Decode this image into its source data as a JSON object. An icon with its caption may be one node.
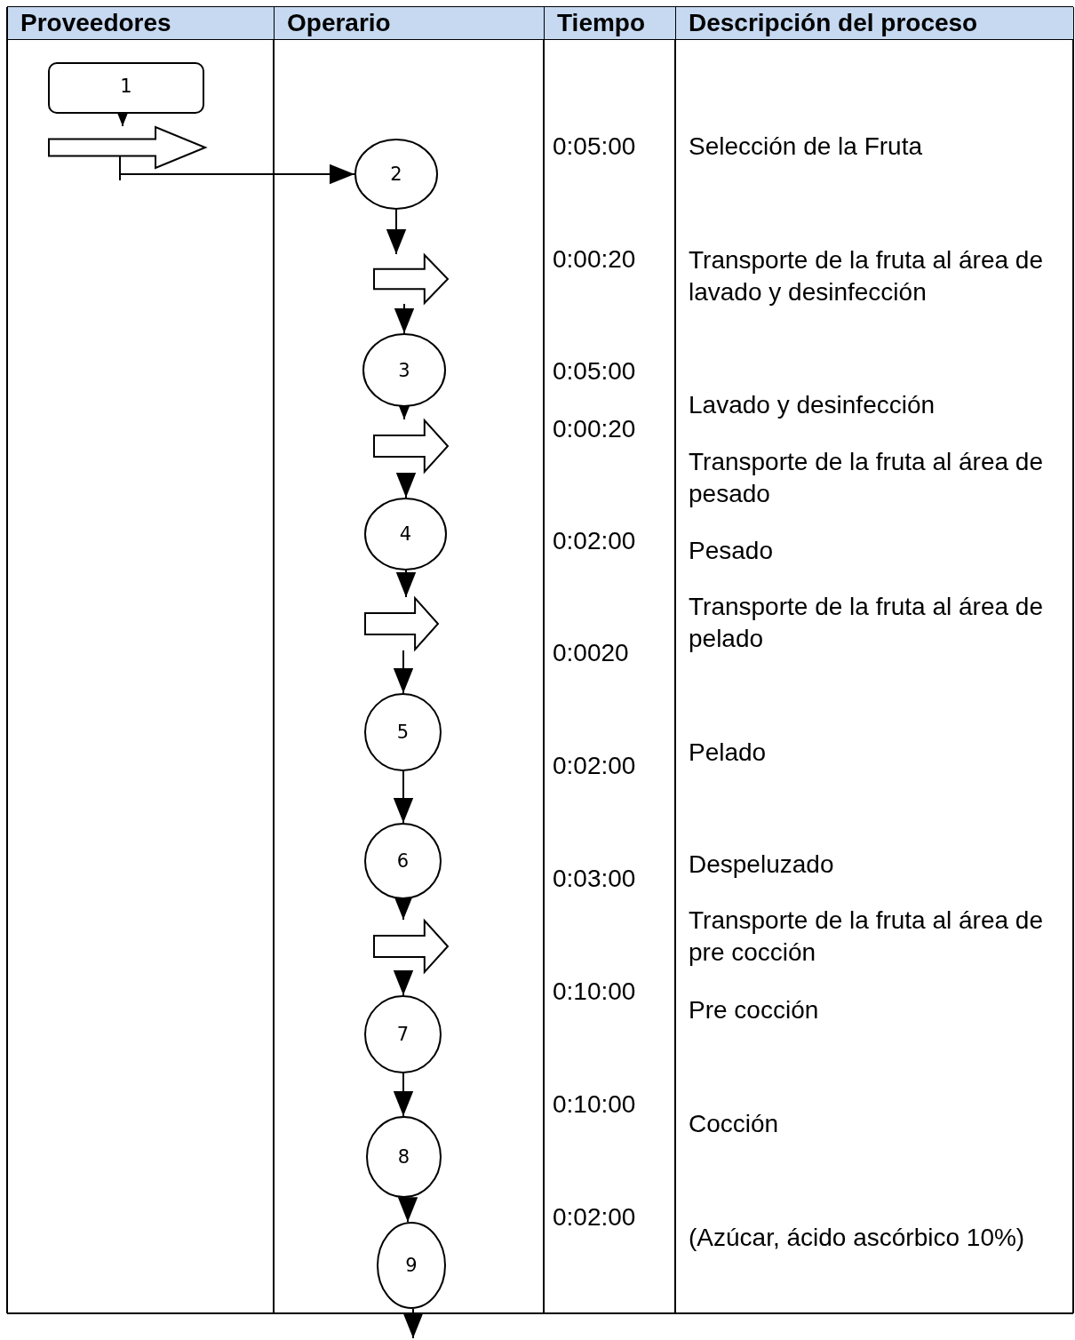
{
  "diagram": {
    "nodes": [
      {
        "text": [
          "1"
        ]
      },
      {
        "text": [],
        "shape": "arrow"
      },
      {
        "text": [
          "2"
        ]
      },
      {
        "text": [],
        "shape": "arrow"
      },
      {
        "text": [
          "3"
        ]
      },
      {
        "text": [],
        "shape": "arrow"
      },
      {
        "text": [
          "4"
        ]
      },
      {
        "text": [],
        "shape": "arrow"
      },
      {
        "text": [
          "5"
        ]
      },
      {
        "text": [
          "6"
        ]
      },
      {
        "text": [],
        "shape": "arrow"
      },
      {
        "text": [
          "7"
        ]
      },
      {
        "text": [
          "8"
        ]
      },
      {
        "text": [
          "9"
        ]
      }
    ],
    "edges": [
      {
        "from": 0,
        "to": 1,
        "arrow": "to"
      },
      {
        "from": 1,
        "to": 2,
        "arrow": "to"
      },
      {
        "from": 2,
        "to": 3,
        "arrow": "to"
      },
      {
        "from": 3,
        "to": 4,
        "arrow": "to"
      },
      {
        "from": 4,
        "to": 5,
        "arrow": "to"
      },
      {
        "from": 5,
        "to": 6,
        "arrow": "to"
      },
      {
        "from": 6,
        "to": 7,
        "arrow": "to"
      },
      {
        "from": 7,
        "to": 8,
        "arrow": "to"
      },
      {
        "from": 8,
        "to": 9,
        "arrow": "to"
      },
      {
        "from": 9,
        "to": 10,
        "arrow": "to"
      },
      {
        "from": 10,
        "to": 11,
        "arrow": "to"
      },
      {
        "from": 11,
        "to": 12,
        "arrow": "to"
      },
      {
        "from": 12,
        "to": 13,
        "arrow": "to"
      },
      {
        "from": 13,
        "to": null,
        "arrow": "to"
      }
    ],
    "labels": [
      "Proveedores",
      "Operario",
      "Tiempo",
      "Descripción del proceso",
      "0:05:00",
      "0:00:20",
      "0:05:00",
      "0:00:20",
      "0:02:00",
      "0:0020",
      "0:02:00",
      "0:03:00",
      "0:10:00",
      "0:10:00",
      "0:02:00",
      "Selección de la Fruta",
      "Transporte de la fruta al área de lavado y desinfección",
      "Lavado y desinfección",
      "Transporte de la fruta al área de pesado",
      "Pesado",
      "Transporte de la fruta al área de pelado",
      "Pelado",
      "Despeluzado",
      "Transporte de la fruta al área de pre cocción",
      "Pre cocción",
      "Cocción",
      "(Azúcar, ácido ascórbico 10%)"
    ]
  }
}
